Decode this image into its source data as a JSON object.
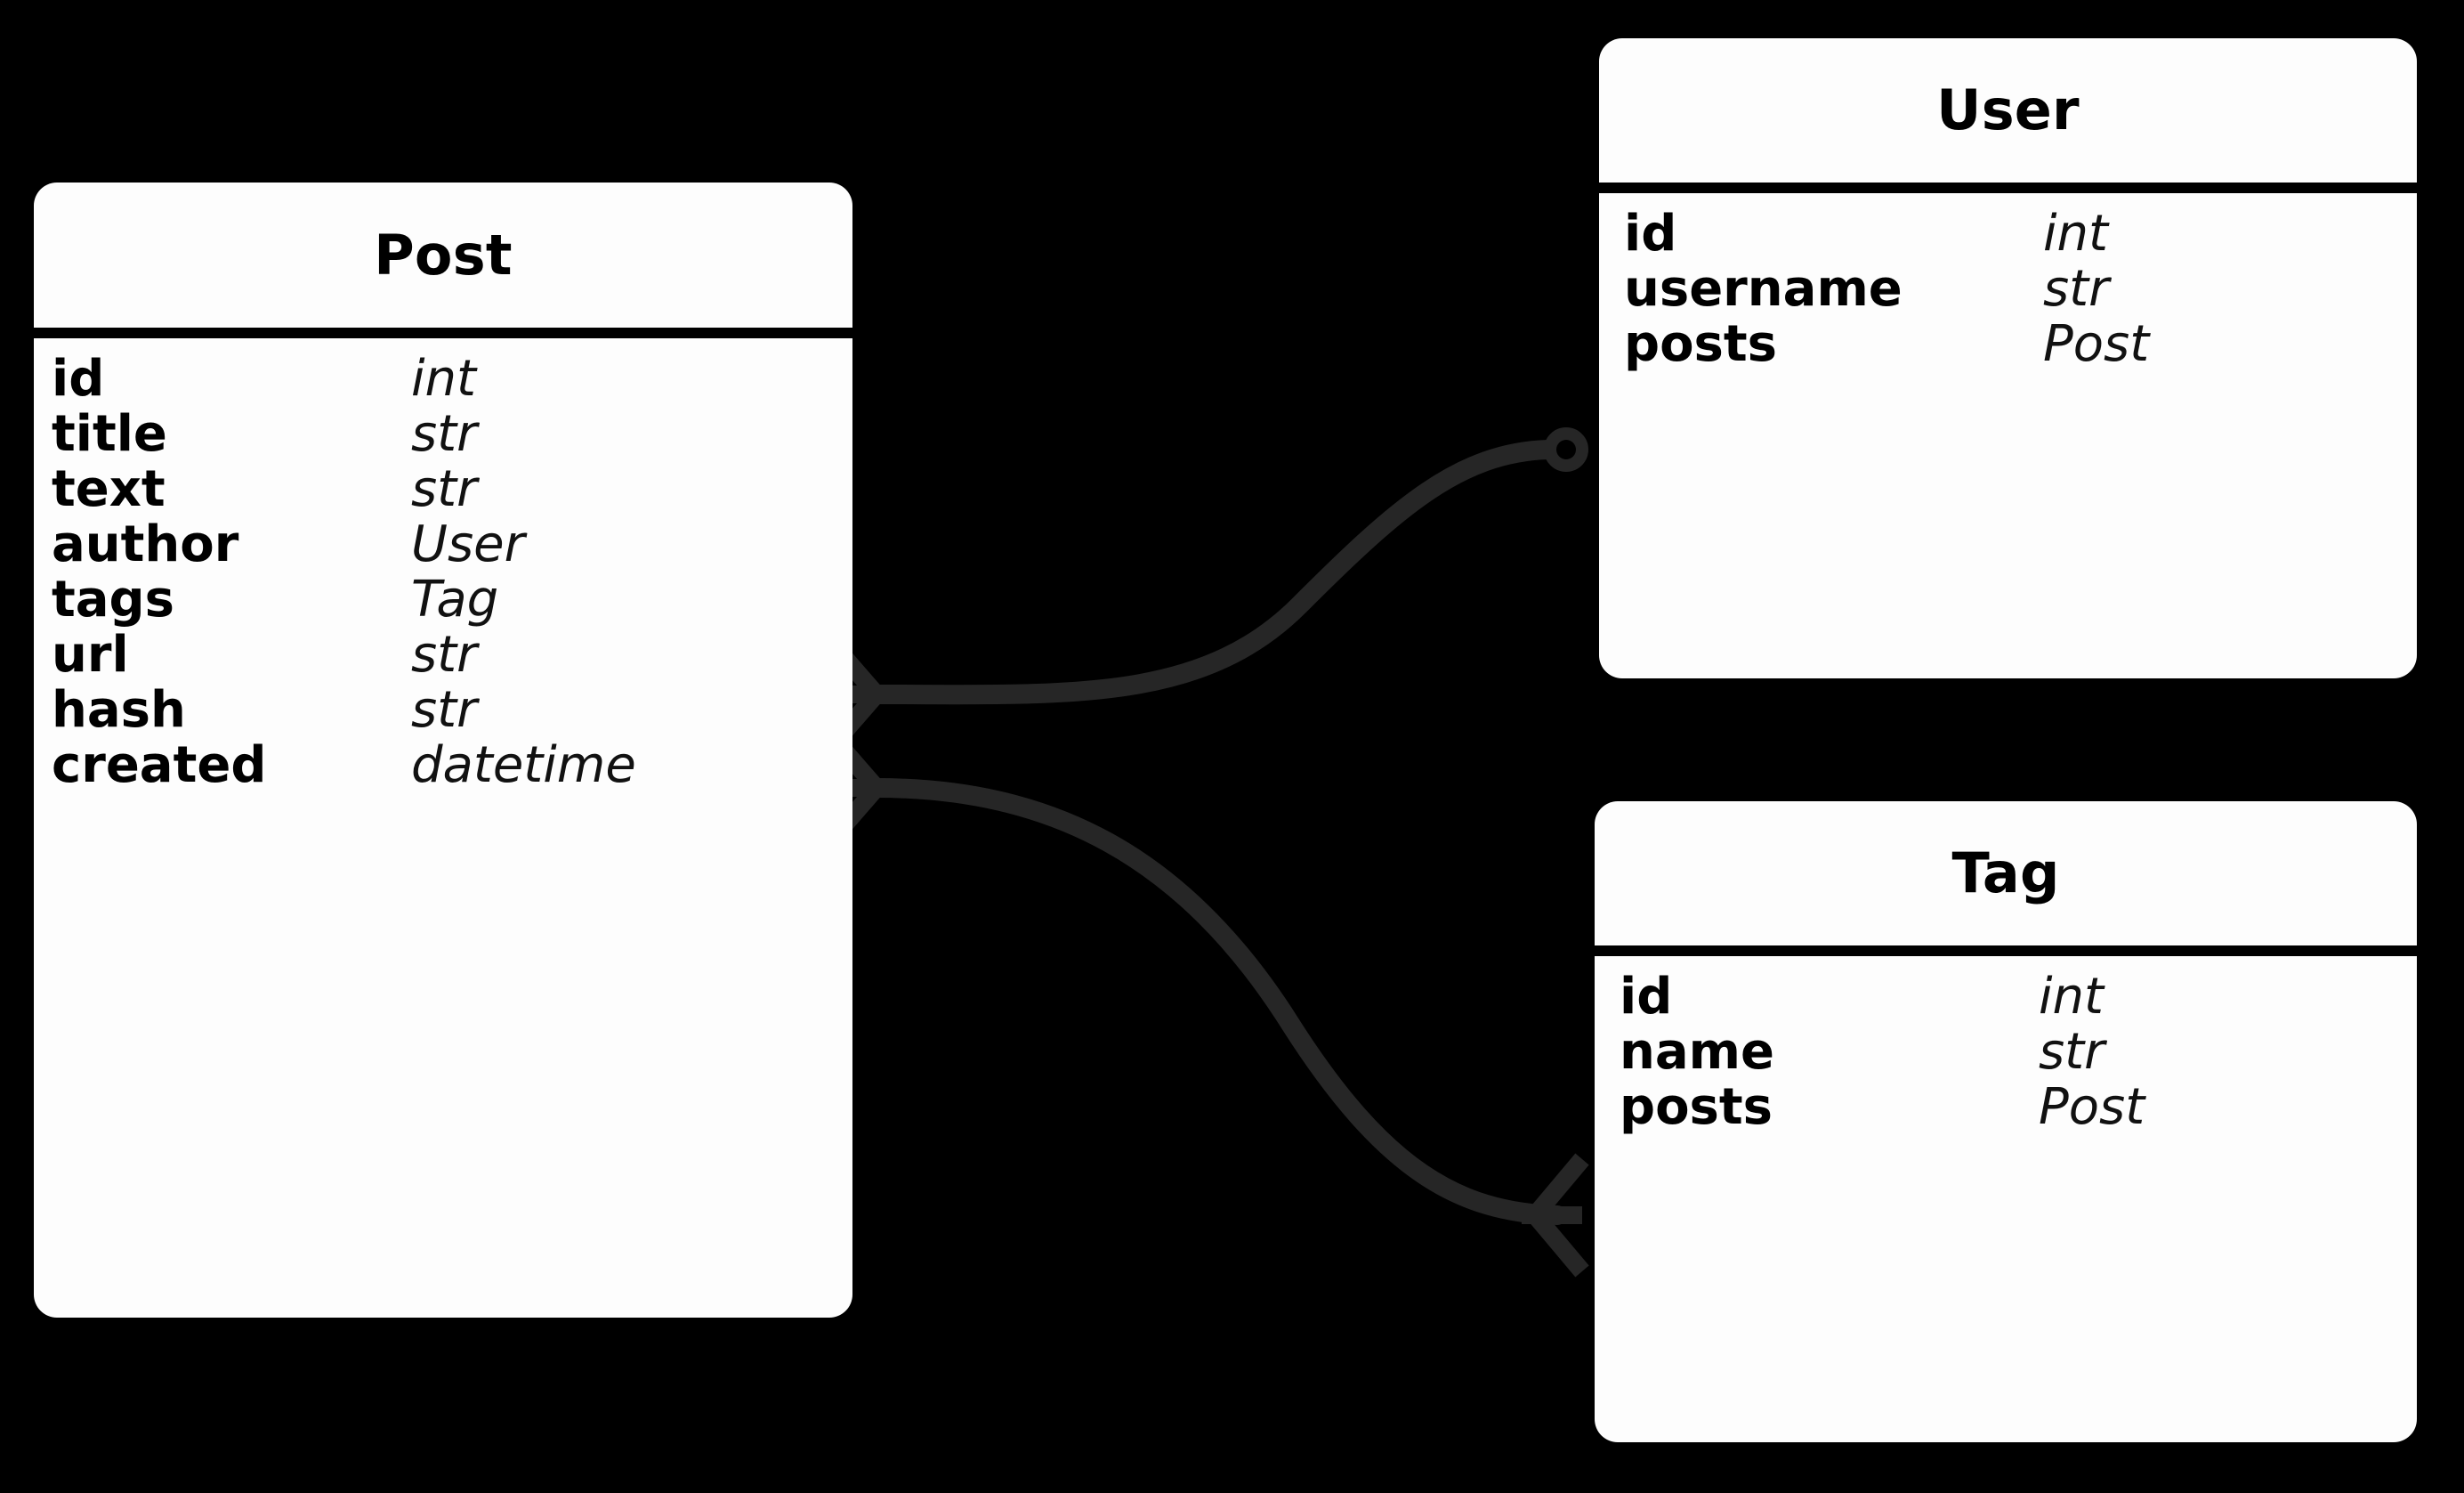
{
  "diagram": {
    "type": "entity-relationship-diagram",
    "notation": "crow's-foot",
    "background_color": "#000000",
    "entity_fill_color": "#fdfdfd",
    "entity_text_color": "#000000",
    "relationship_line_color": "#262626"
  },
  "entities": [
    {
      "id": "post",
      "name": "Post",
      "fields": [
        {
          "name": "id",
          "type": "int"
        },
        {
          "name": "title",
          "type": "str"
        },
        {
          "name": "text",
          "type": "str"
        },
        {
          "name": "author",
          "type": "User"
        },
        {
          "name": "tags",
          "type": "Tag"
        },
        {
          "name": "url",
          "type": "str"
        },
        {
          "name": "hash",
          "type": "str"
        },
        {
          "name": "created",
          "type": "datetime"
        }
      ]
    },
    {
      "id": "user",
      "name": "User",
      "fields": [
        {
          "name": "id",
          "type": "int"
        },
        {
          "name": "username",
          "type": "str"
        },
        {
          "name": "posts",
          "type": "Post"
        }
      ]
    },
    {
      "id": "tag",
      "name": "Tag",
      "fields": [
        {
          "name": "id",
          "type": "int"
        },
        {
          "name": "name",
          "type": "str"
        },
        {
          "name": "posts",
          "type": "Post"
        }
      ]
    }
  ],
  "relationships": [
    {
      "id": "post-author-user",
      "from_entity": "Post",
      "from_field": "author",
      "from_marker": "crows-foot-many",
      "to_entity": "User",
      "to_field": "posts",
      "to_marker": "circle-zero-or-one"
    },
    {
      "id": "post-tags-tag",
      "from_entity": "Post",
      "from_field": "tags",
      "from_marker": "crows-foot-many",
      "to_entity": "Tag",
      "to_field": "posts",
      "to_marker": "crows-foot-many"
    }
  ]
}
